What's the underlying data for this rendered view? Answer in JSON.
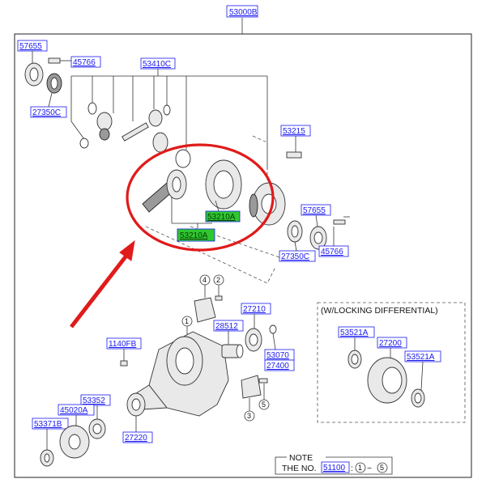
{
  "labels": {
    "main_assembly": "53000B",
    "seal_top": "57655",
    "bolt_top": "45766",
    "gear_kit": "53410C",
    "bearing_top": "27350C",
    "bolt_right": "53215",
    "ring_gear": "53210A",
    "pinion_gear": "53210A",
    "seal_right": "57655",
    "bearing_right": "27350C",
    "bolt_right_lower": "45766",
    "breather": "1140FB",
    "bearing_27210": "27210",
    "collar": "28512",
    "bearing_53070": "53070",
    "seal_27400": "27400",
    "locking_case_left": "53521A",
    "locking_case_mid": "27200",
    "locking_case_right": "53521A",
    "flange_nut": "53352",
    "flange": "45020A",
    "nut_lower": "53371B",
    "bearing_lower": "27220"
  },
  "callouts": [
    "1",
    "2",
    "3",
    "4",
    "5"
  ],
  "locking_title": "(W/LOCKING DIFFERENTIAL)",
  "note": {
    "heading": "NOTE",
    "prefix": "THE NO.",
    "part": "51100",
    "suffix": ":",
    "range_from": "1",
    "range_sep": "~",
    "range_to": "5"
  },
  "colors": {
    "label": "#1a1af0",
    "highlight": "#2fc72f",
    "emphasis": "#e01b1b"
  }
}
